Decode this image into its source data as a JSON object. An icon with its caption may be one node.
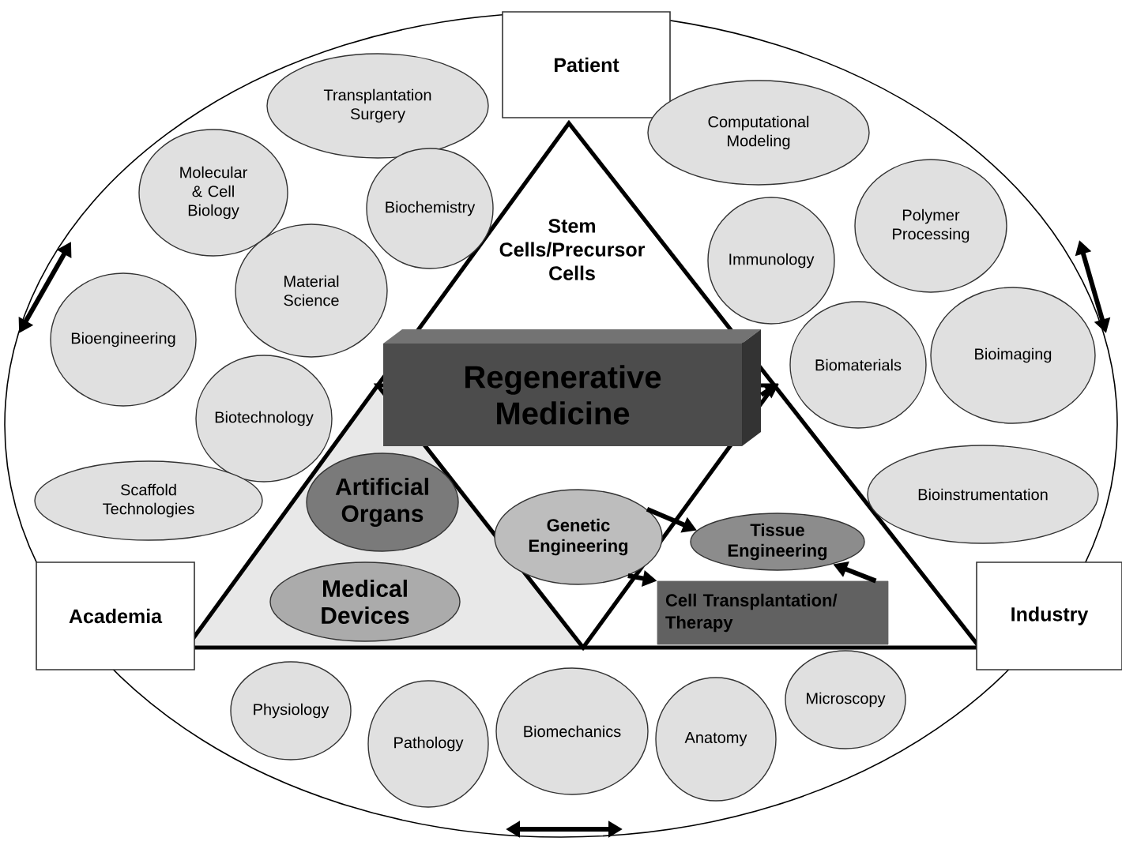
{
  "diagram": {
    "nodes": [
      {
        "text": [
          "Patient"
        ]
      },
      {
        "text": [
          "Transplantation Surgery"
        ]
      },
      {
        "text": [
          "Computational Modeling"
        ]
      },
      {
        "text": [
          "Molecular & Cell Biology"
        ]
      },
      {
        "text": [
          "Biochemistry"
        ]
      },
      {
        "text": [
          "Polymer Processing"
        ]
      },
      {
        "text": [
          "Immunology"
        ]
      },
      {
        "text": [
          "Material Science"
        ]
      },
      {
        "text": [
          "Bioengineering"
        ]
      },
      {
        "text": [
          "Bioimaging"
        ]
      },
      {
        "text": [
          "Biomaterials"
        ]
      },
      {
        "text": [
          "Regenerative Medicine"
        ]
      },
      {
        "text": [
          "Biotechnology"
        ]
      },
      {
        "text": [
          "Scaffold Technologies"
        ]
      },
      {
        "text": [
          "Bioinstrumentation"
        ]
      },
      {
        "text": [
          "Artificial Organs"
        ]
      },
      {
        "text": [
          "Genetic Engineering"
        ]
      },
      {
        "text": [
          "Tissue Engineering"
        ]
      },
      {
        "text": [
          "Cell Transplantation/ Therapy"
        ]
      },
      {
        "text": [
          "Medical Devices"
        ]
      },
      {
        "text": [
          "Academia"
        ]
      },
      {
        "text": [
          "Industry"
        ]
      },
      {
        "text": [
          "Physiology"
        ]
      },
      {
        "text": [
          "Microscopy"
        ]
      },
      {
        "text": [
          "Biomechanics"
        ]
      },
      {
        "text": [
          "Pathology"
        ]
      },
      {
        "text": [
          "Anatomy"
        ]
      }
    ],
    "edges": [
      {
        "from": 16,
        "to": 17,
        "arrow": "to"
      },
      {
        "from": 16,
        "to": 18,
        "arrow": "to"
      },
      {
        "from": 18,
        "to": 17,
        "arrow": "to"
      },
      {
        "from": 11,
        "to": null,
        "arrow": "to"
      }
    ],
    "labels": [
      "Stem Cells/Precursor Cells"
    ]
  }
}
